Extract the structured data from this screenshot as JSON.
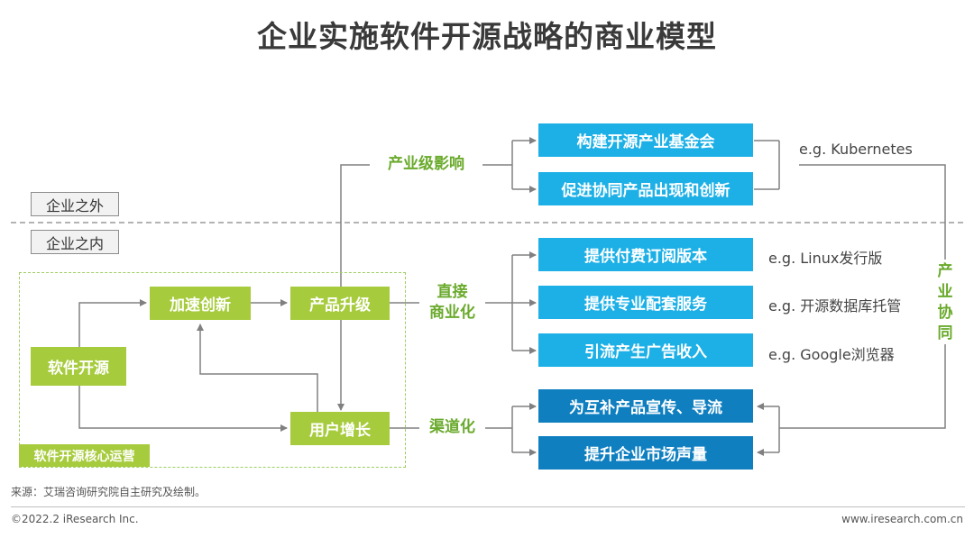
{
  "title": "企业实施软件开源战略的商业模型",
  "zones": {
    "outside": "企业之外",
    "inside": "企业之内"
  },
  "core_label": "软件开源核心运营",
  "nodes": {
    "open_source": "软件开源",
    "accelerate_innovation": "加速创新",
    "product_upgrade": "产品升级",
    "user_growth": "用户增长"
  },
  "labels": {
    "industry_influence": "产业级影响",
    "direct_line1": "直接",
    "direct_line2": "商业化",
    "channel": "渠道化",
    "synergy": [
      "产",
      "业",
      "协",
      "同"
    ]
  },
  "outcomes": {
    "foundation": "构建开源产业基金会",
    "ecosystem": "促进协同产品出现和创新",
    "subscription": "提供付费订阅版本",
    "services": "提供专业配套服务",
    "ads": "引流产生广告收入",
    "complementary": "为互补产品宣传、导流",
    "market_volume": "提升企业市场声量"
  },
  "examples": {
    "kubernetes": "e.g. Kubernetes",
    "linux": "e.g. Linux发行版",
    "database": "e.g. 开源数据库托管",
    "google": "e.g. Google浏览器"
  },
  "source": "来源：艾瑞咨询研究院自主研究及绘制。",
  "copyright": "©2022.2 iResearch Inc.",
  "website": "www.iresearch.com.cn",
  "colors": {
    "green": "#a6cb3c",
    "light_blue": "#1db0e6",
    "dark_blue": "#0f7fc0",
    "label_green": "#6aaa2c",
    "connector_gray": "#808080"
  }
}
